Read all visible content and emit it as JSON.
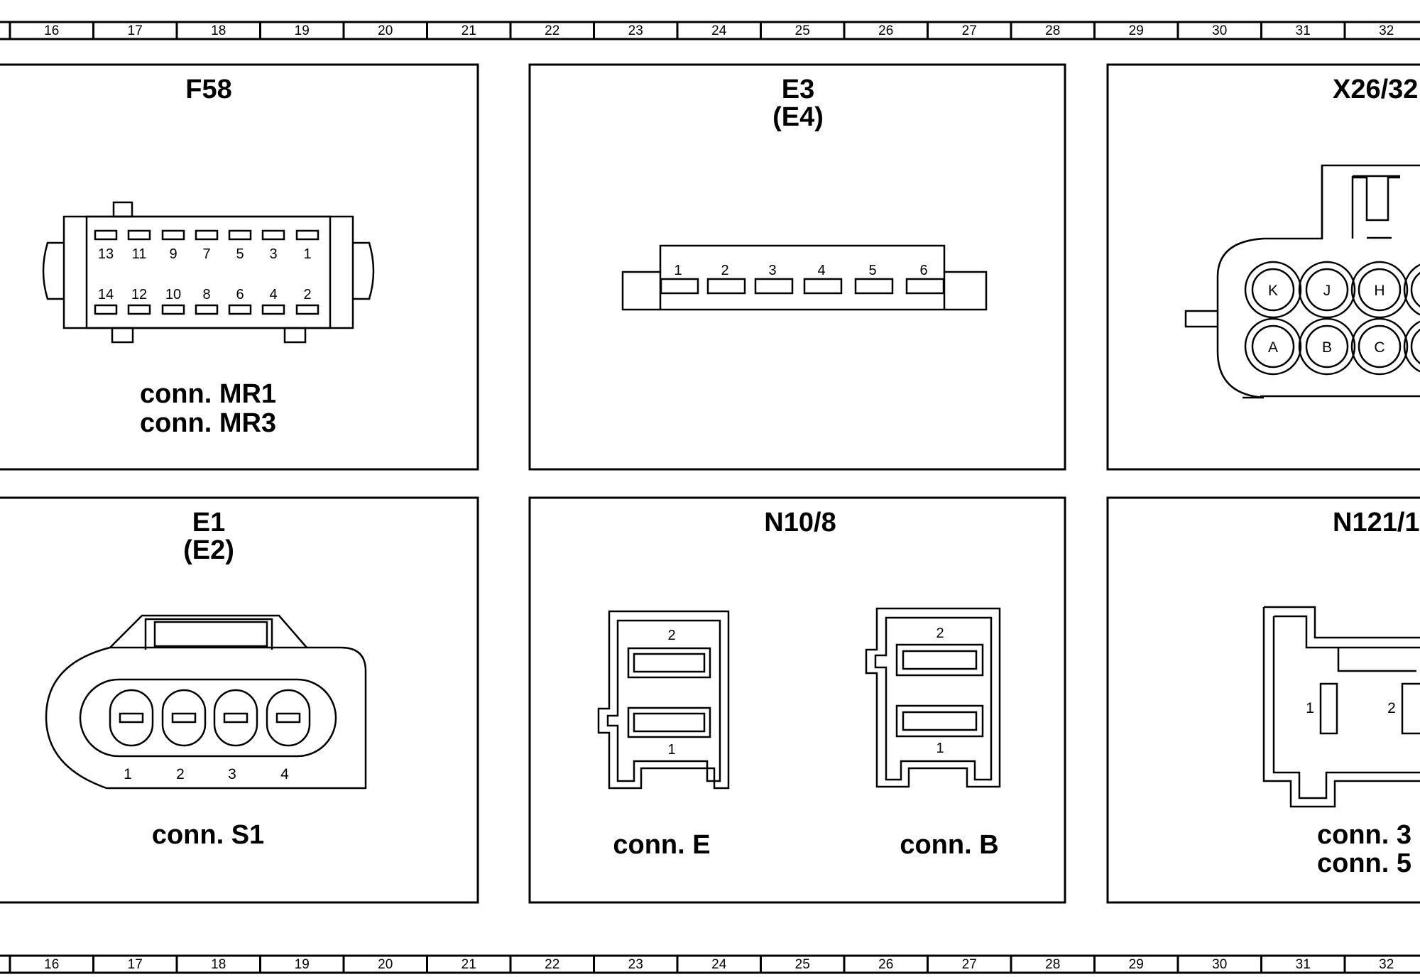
{
  "ruler_top": [
    "16",
    "17",
    "18",
    "19",
    "20",
    "21",
    "22",
    "23",
    "24",
    "25",
    "26",
    "27",
    "28",
    "29",
    "30",
    "31",
    "32"
  ],
  "ruler_bottom": [
    "16",
    "17",
    "18",
    "19",
    "20",
    "21",
    "22",
    "23",
    "24",
    "25",
    "26",
    "27",
    "28",
    "29",
    "30",
    "31",
    "32"
  ],
  "panels": {
    "f58": {
      "title": "F58",
      "pins_top": [
        "13",
        "11",
        "9",
        "7",
        "5",
        "3",
        "1"
      ],
      "pins_bottom": [
        "14",
        "12",
        "10",
        "8",
        "6",
        "4",
        "2"
      ],
      "conn_line1": "conn. MR1",
      "conn_line2": "conn. MR3"
    },
    "e3": {
      "title": "E3",
      "subtitle": "(E4)",
      "pins": [
        "1",
        "2",
        "3",
        "4",
        "5",
        "6"
      ]
    },
    "x26": {
      "title": "X26/32",
      "pins_top": [
        "K",
        "J",
        "H"
      ],
      "pins_bottom": [
        "A",
        "B",
        "C"
      ]
    },
    "e1": {
      "title": "E1",
      "subtitle": "(E2)",
      "pins": [
        "1",
        "2",
        "3",
        "4"
      ],
      "conn": "conn. S1"
    },
    "n10": {
      "title": "N10/8",
      "left_pin_top": "2",
      "left_pin_bottom": "1",
      "right_pin_top": "2",
      "right_pin_bottom": "1",
      "conn_left": "conn. E",
      "conn_right": "conn. B"
    },
    "n121": {
      "title": "N121/1",
      "pin1": "1",
      "pin2": "2",
      "conn_line1": "conn. 3",
      "conn_line2": "conn. 5"
    }
  }
}
